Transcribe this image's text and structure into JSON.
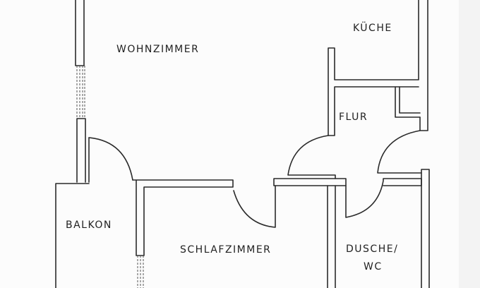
{
  "rooms": {
    "wohnzimmer": "WOHNZIMMER",
    "kueche": "KÜCHE",
    "flur": "FLUR",
    "balkon": "BALKON",
    "schlafzimmer": "SCHLAFZIMMER",
    "dusche_line1": "DUSCHE/",
    "dusche_line2": "WC"
  }
}
